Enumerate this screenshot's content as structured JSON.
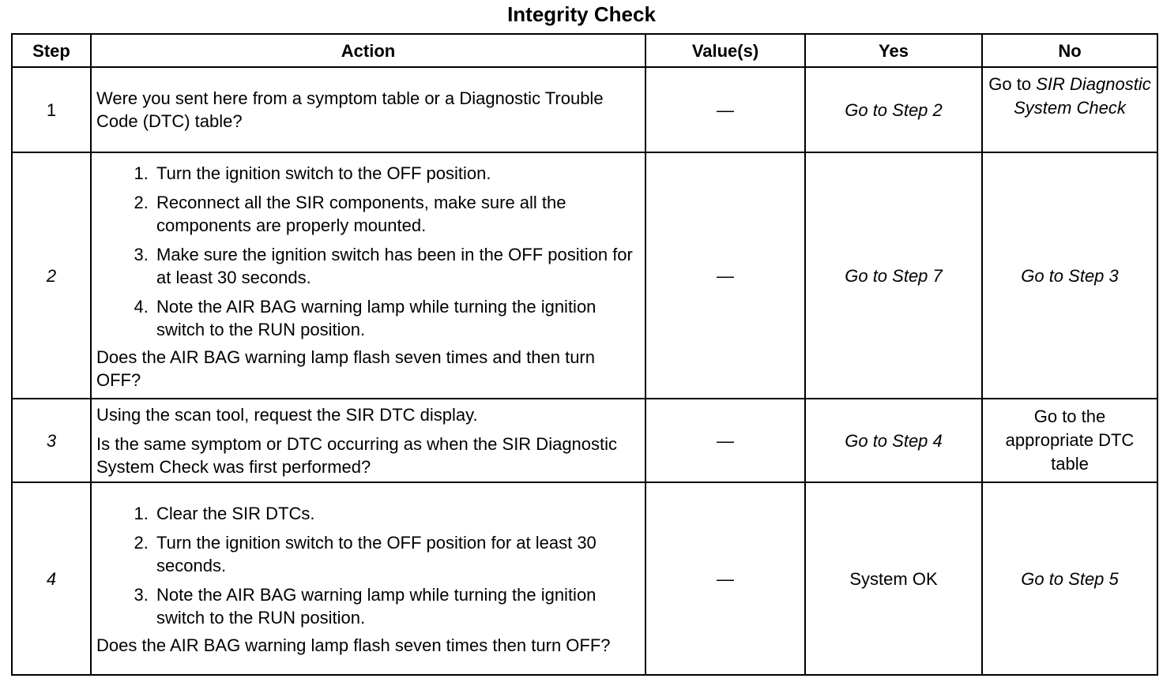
{
  "title": "Integrity Check",
  "columns": {
    "step": "Step",
    "action": "Action",
    "values": "Value(s)",
    "yes": "Yes",
    "no": "No"
  },
  "rows": [
    {
      "step": "1",
      "action_question": "Were you sent here from a symptom table or a Diagnostic Trouble Code (DTC) table?",
      "value": "—",
      "yes": "Go to Step 2",
      "no_prefix": "Go to",
      "no_link": "SIR Diagnostic System Check"
    },
    {
      "step": "2",
      "steps": [
        "Turn the ignition switch to the OFF position.",
        "Reconnect all the SIR components, make sure all the components are properly mounted.",
        "Make sure the ignition switch has been in the OFF position for at least 30 seconds.",
        "Note the AIR BAG warning lamp while turning the ignition switch to the RUN position."
      ],
      "action_question": "Does the AIR BAG warning lamp flash seven times and then turn OFF?",
      "value": "—",
      "yes": "Go to Step 7",
      "no": "Go to Step 3"
    },
    {
      "step": "3",
      "action_intro": "Using the scan tool, request the SIR DTC display.",
      "action_question": "Is the same symptom or DTC occurring as when the SIR Diagnostic System Check was first performed?",
      "value": "—",
      "yes": "Go to Step 4",
      "no": "Go to the appropriate DTC table"
    },
    {
      "step": "4",
      "steps": [
        "Clear the SIR DTCs.",
        "Turn the ignition switch to the OFF position for at least 30 seconds.",
        "Note the AIR BAG warning lamp while turning the ignition switch to the RUN position."
      ],
      "action_question": "Does the AIR BAG warning lamp flash seven times then turn OFF?",
      "value": "—",
      "yes": "System OK",
      "no": "Go to Step 5"
    }
  ]
}
